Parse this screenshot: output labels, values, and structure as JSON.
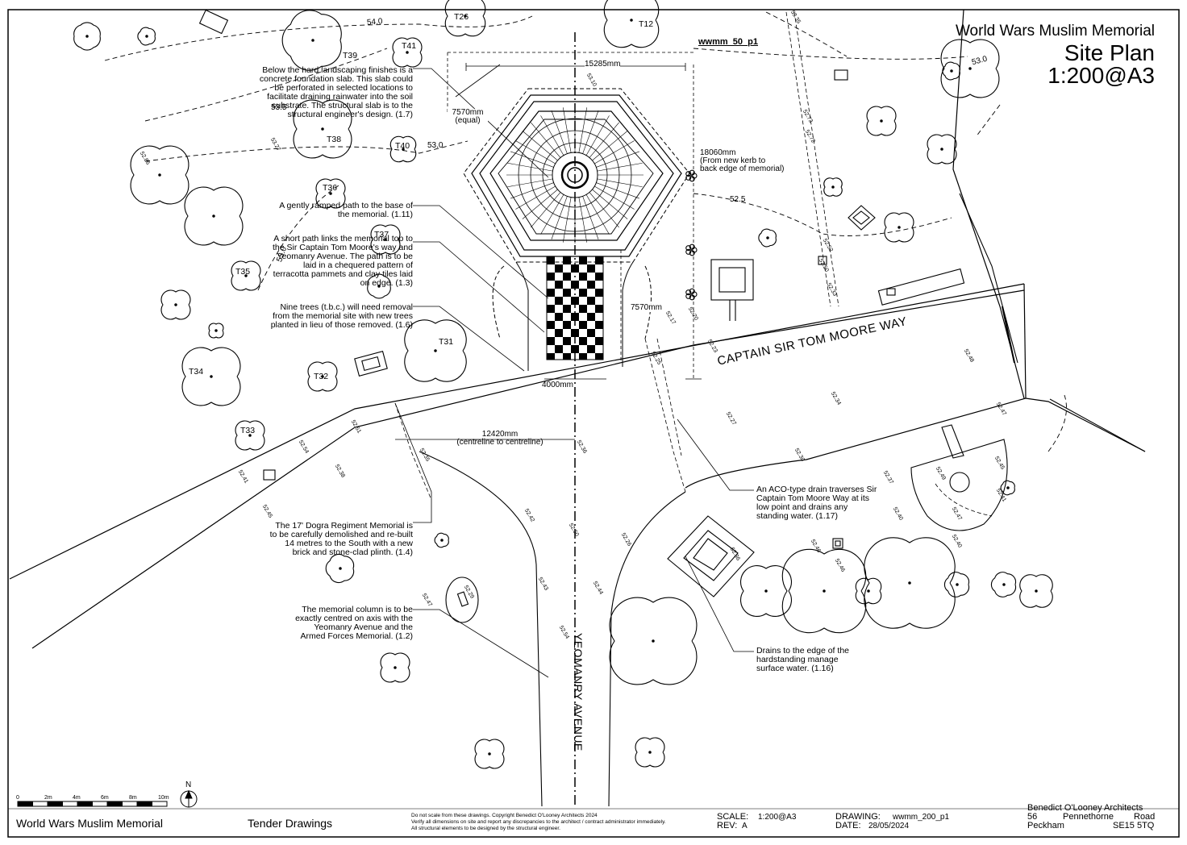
{
  "header": {
    "project": "World Wars Muslim Memorial",
    "sheet": "Site Plan",
    "scale": "1:200@A3",
    "drawing_tag": "wwmm_50_p1"
  },
  "roads": {
    "captain": "CAPTAIN SIR TOM MOORE WAY",
    "yeomanry": "YEOMANRY AVENUE"
  },
  "trees": [
    "T26",
    "T12",
    "T41",
    "T39",
    "T38",
    "T40",
    "T36",
    "T37",
    "T35",
    "T31",
    "T34",
    "T32",
    "T33"
  ],
  "contours": [
    "54.0",
    "53.5",
    "53.0",
    "53.0",
    "52.5",
    "53.0"
  ],
  "dimensions": {
    "width": "15285mm",
    "side": "7570mm\n(equal)",
    "depth": "18060mm\n(From new kerb to\nback edge of memorial)",
    "path_length": "7570mm",
    "path_width": "4000mm",
    "centreline": "12420mm\n(centreline to centreline)"
  },
  "notes": {
    "n17": "Below the hard landscaping finishes is a concrete foundation slab. This slab could be perforated in selected locations to facilitate draining rainwater into the soil substrate. The structural slab is to the structural engineer's design. (1.7)",
    "n111": "A gently ramped path to the base of the memorial. (1.11)",
    "n13": "A short path links the memorial top to the Sir Captain Tom Moore's way and Yeomanry Avenue. The path is to be laid in a chequered pattern of terracotta pammets and clay tiles laid on edge. (1.3)",
    "n16": "Nine trees (t.b.c.) will need removal from the memorial site with new trees planted in lieu of those removed. (1.6)",
    "n14": "The 17' Dogra Regiment Memorial is to be carefully demolished and re-built 14 metres to the South with a new brick and stone-clad plinth. (1.4)",
    "n12": "The memorial column is to be exactly centred on axis with the Yeomanry Avenue and the Armed Forces Memorial. (1.2)",
    "n117": "An ACO-type drain traverses Sir Captain Tom Moore Way at its low point and drains any standing water. (1.17)",
    "n116": "Drains to the edge of the hardstanding manage surface water. (1.16)"
  },
  "levels": [
    "53.10",
    "52.73",
    "52.72",
    "52.50",
    "52.33",
    "52.20",
    "52.17",
    "52.23",
    "52.25",
    "52.34",
    "52.27",
    "52.48",
    "52.36",
    "52.35",
    "52.38",
    "52.42",
    "52.43",
    "52.50",
    "52.54",
    "52.41",
    "52.45",
    "52.44",
    "52.47",
    "52.29",
    "52.37",
    "52.26",
    "52.36",
    "52.46",
    "52.41",
    "52.40",
    "52.47",
    "52.49",
    "52.45",
    "52.46",
    "52.47",
    "52.40",
    "52.30",
    "52.52",
    "53.27",
    "53.35",
    "52.86",
    "52.51",
    "52.54"
  ],
  "scale_bar": {
    "ticks": [
      "0",
      "2m",
      "4m",
      "6m",
      "8m",
      "10m"
    ],
    "north": "N"
  },
  "footer": {
    "project": "World Wars Muslim Memorial",
    "stage": "Tender Drawings",
    "disclaimer": "Do not scale from these drawings. Copyright Benedict O'Looney Architects 2024\nVerify all dimensions on site and report any discrepancies to the architect / contract administrator immediately.\nAll structural elements to be designed by the structural engineer.",
    "scale_label": "SCALE:",
    "scale_value": "1:200@A3",
    "rev_label": "REV:",
    "rev_value": "A",
    "drawing_label": "DRAWING:",
    "drawing_value": "wwmm_200_p1",
    "date_label": "DATE:",
    "date_value": "28/05/2024",
    "firm": "Benedict O'Looney Architects",
    "addr1a": "56",
    "addr1b": "Pennethorne",
    "addr1c": "Road",
    "addr2a": "Peckham",
    "addr2b": "SE15 5TQ"
  }
}
